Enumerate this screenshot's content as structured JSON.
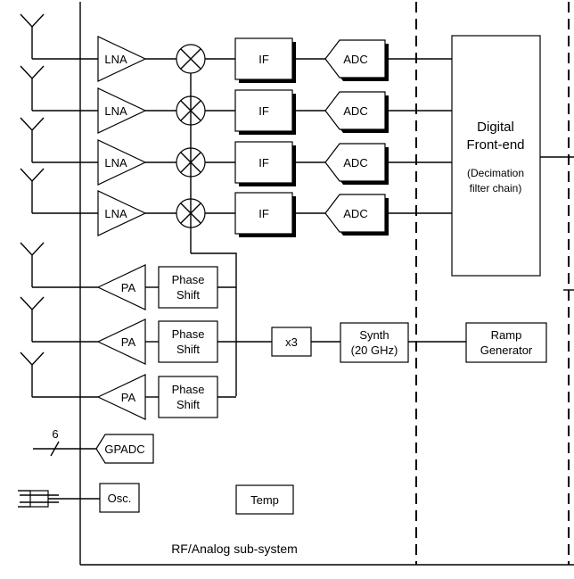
{
  "labels": {
    "lna": "LNA",
    "if": "IF",
    "adc": "ADC",
    "pa": "PA",
    "phase_shift_line1": "Phase",
    "phase_shift_line2": "Shift",
    "multiplier": "x3",
    "synth_line1": "Synth",
    "synth_line2": "(20 GHz)",
    "ramp_line1": "Ramp",
    "ramp_line2": "Generator",
    "gpadc": "GPADC",
    "bus_width": "6",
    "osc": "Osc.",
    "temp": "Temp",
    "dfe_line1": "Digital",
    "dfe_line2": "Front-end",
    "dfe_line3": "(Decimation",
    "dfe_line4": "filter chain)",
    "subsystem": "RF/Analog sub-system"
  },
  "rx_channels": 4,
  "tx_channels": 3
}
